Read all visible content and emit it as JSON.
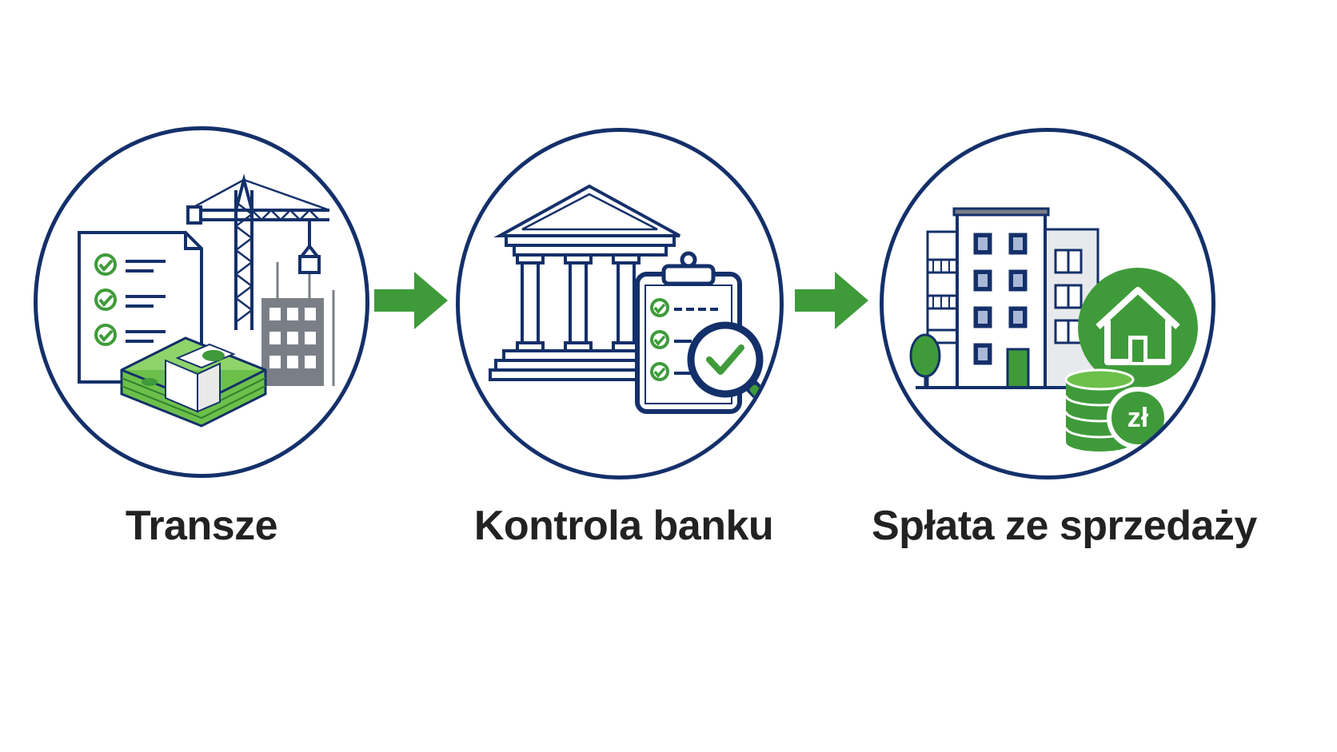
{
  "colors": {
    "navy": "#14306a",
    "green": "#3f9b3a",
    "light_green": "#6cc04a",
    "gray": "#7a7f87",
    "text": "#222222"
  },
  "steps": [
    {
      "label": "Transze",
      "icon": "construction-money-icon"
    },
    {
      "label": "Kontrola banku",
      "icon": "bank-inspection-icon"
    },
    {
      "label": "Spłata ze sprzedaży",
      "icon": "building-repayment-icon"
    }
  ],
  "coin_symbol": "zł"
}
